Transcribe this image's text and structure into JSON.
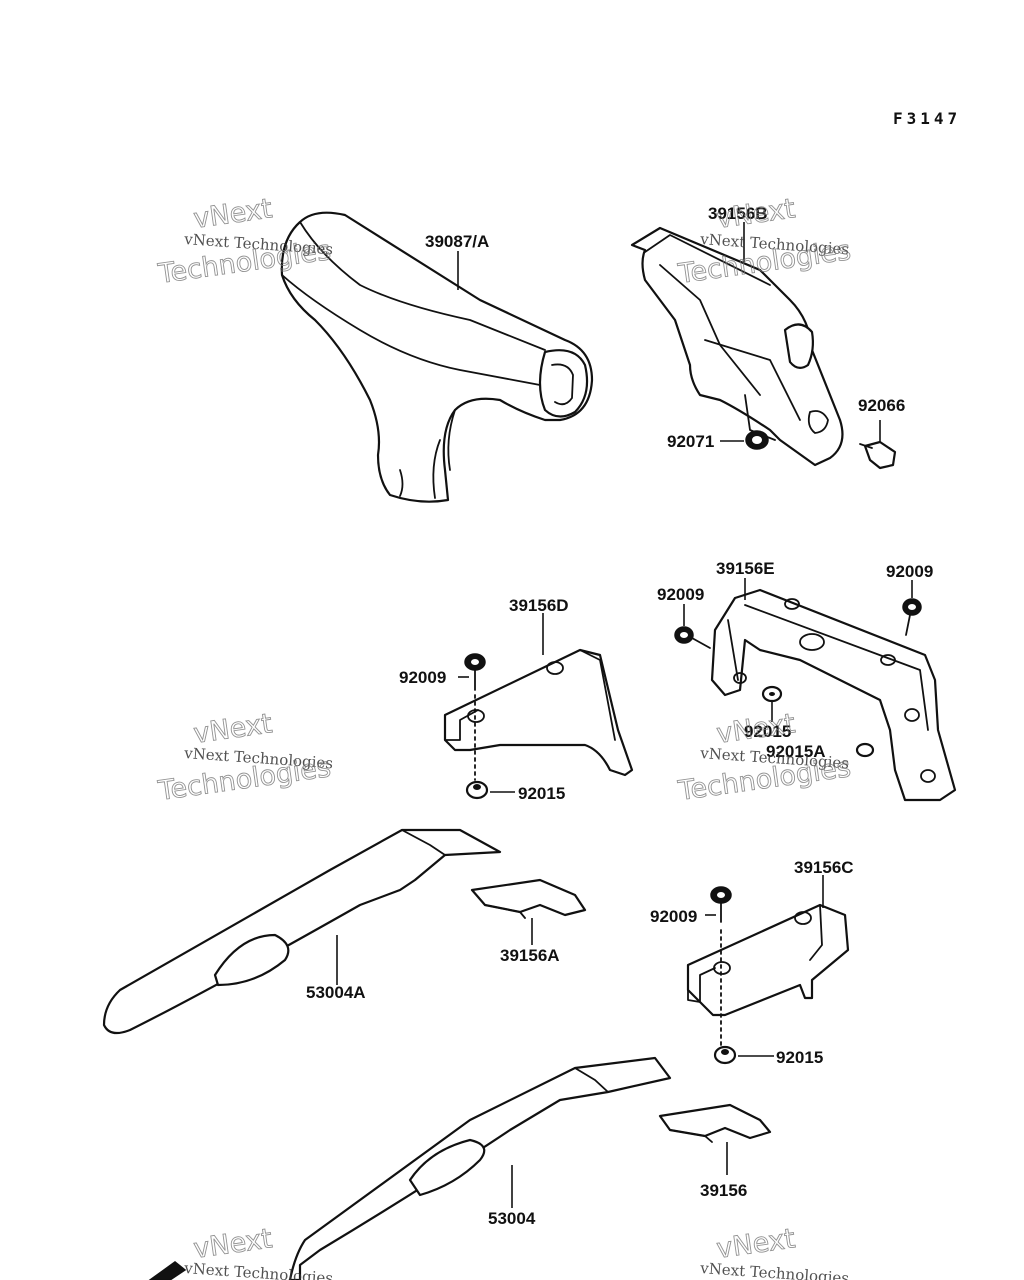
{
  "figure_code": "F3147",
  "watermark": {
    "line1": "vNext Technologies",
    "word1": "vNext",
    "word2": "Technologies"
  },
  "labels": {
    "p39087A": "39087/A",
    "p39156B": "39156B",
    "p92066": "92066",
    "p92071": "92071",
    "p39156E": "39156E",
    "p92009_e_left": "92009",
    "p92009_e_right": "92009",
    "p92015_e": "92015",
    "p92015A": "92015A",
    "p39156D": "39156D",
    "p92009_d": "92009",
    "p92015_d": "92015",
    "p39156A": "39156A",
    "p53004A": "53004A",
    "p39156C": "39156C",
    "p92009_c": "92009",
    "p92015_c": "92015",
    "p39156": "39156",
    "p53004": "53004"
  }
}
